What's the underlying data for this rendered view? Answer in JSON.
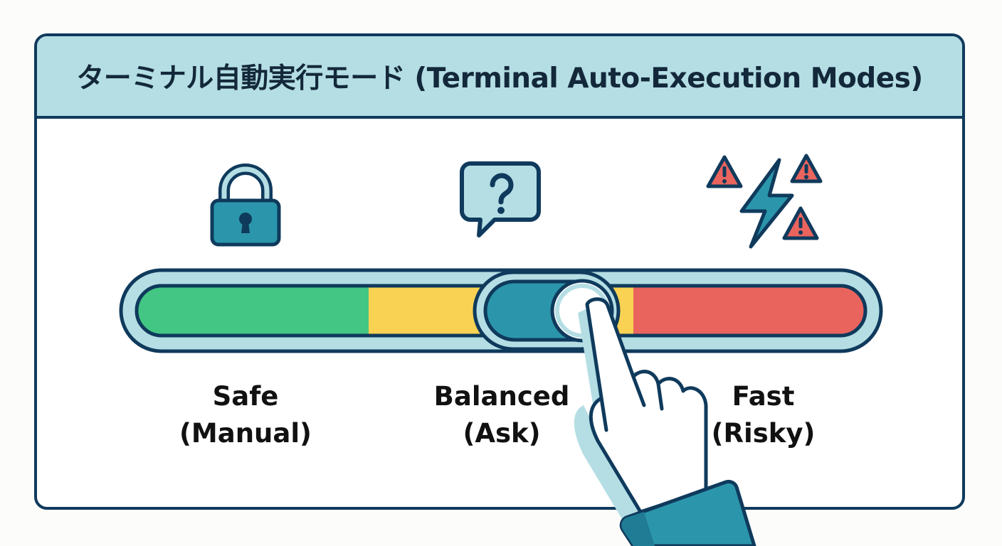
{
  "header": {
    "title": "ターミナル自動実行モード (Terminal Auto-Execution Modes)"
  },
  "modes": [
    {
      "id": "safe",
      "label_line1": "Safe",
      "label_line2": "(Manual)",
      "icon": "lock-icon",
      "segment_color": "#43c684"
    },
    {
      "id": "balanced",
      "label_line1": "Balanced",
      "label_line2": "(Ask)",
      "icon": "question-speech-bubble-icon",
      "segment_color": "#f9d253"
    },
    {
      "id": "fast",
      "label_line1": "Fast",
      "label_line2": "(Risky)",
      "icon": "lightning-warning-icon",
      "segment_color": "#ea645e"
    }
  ],
  "slider": {
    "selected_mode": "balanced",
    "track_outline_color": "#0f3a5c",
    "track_rim_color": "#b4dee4",
    "knob_color": "#2b96ab"
  },
  "colors": {
    "outline": "#0f3a5c",
    "header_bg": "#b4dee4",
    "accent_teal": "#2b96ab",
    "warning_red": "#ea645e"
  }
}
